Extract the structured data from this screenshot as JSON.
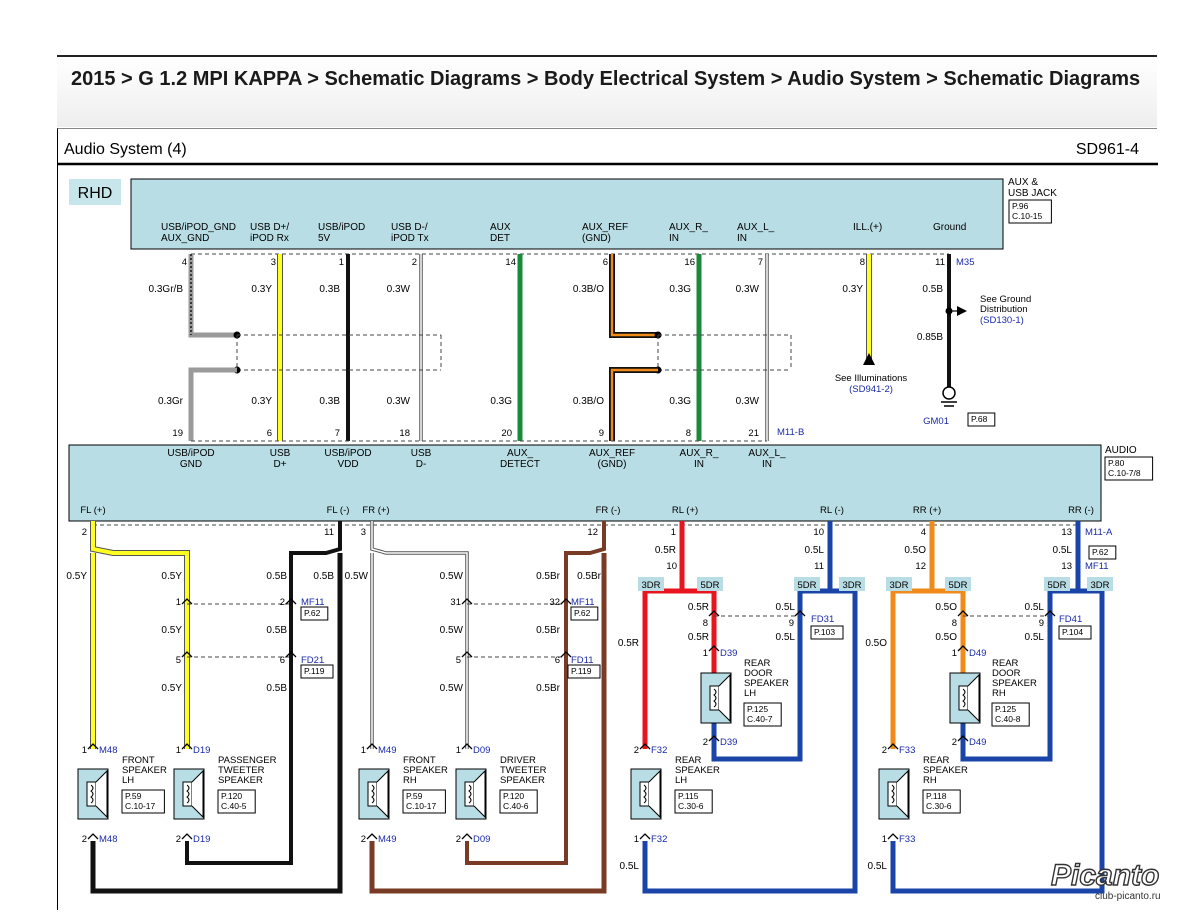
{
  "breadcrumb": "2015 > G 1.2 MPI KAPPA > Schematic Diagrams > Body Electrical System > Audio System > Schematic Diagrams",
  "diagram": {
    "title": "Audio System (4)",
    "code": "SD961-4",
    "rhd": "RHD",
    "aux_jack": {
      "name": "AUX &\nUSB JACK",
      "ref": "P.96\nC.10-15",
      "connector": "M35",
      "pins": [
        {
          "label": "USB/iPOD_GND\nAUX_GND",
          "pin": "4",
          "wire": "0.3Gr/B"
        },
        {
          "label": "USB D+/\niPOD Rx",
          "pin": "3",
          "wire": "0.3Y"
        },
        {
          "label": "USB/iPOD\n5V",
          "pin": "1",
          "wire": "0.3B"
        },
        {
          "label": "USB D-/\niPOD Tx",
          "pin": "2",
          "wire": "0.3W"
        },
        {
          "label": "AUX\nDET",
          "pin": "14",
          "wire": ""
        },
        {
          "label": "AUX_REF\n(GND)",
          "pin": "6",
          "wire": "0.3B/O"
        },
        {
          "label": "AUX_R_\nIN",
          "pin": "16",
          "wire": "0.3G"
        },
        {
          "label": "AUX_L_\nIN",
          "pin": "7",
          "wire": "0.3W"
        },
        {
          "label": "ILL.(+)",
          "pin": "8",
          "wire": "0.3Y"
        },
        {
          "label": "Ground",
          "pin": "11",
          "wire": "0.5B"
        }
      ]
    },
    "see_illum": "See Illuminations",
    "see_illum_ref": "(SD941-2)",
    "see_ground": "See Ground\nDistribution",
    "see_ground_ref": "(SD130-1)",
    "ground_wire": "0.85B",
    "ground_conn": "GM01",
    "ground_ref": "P.68",
    "mid_connector": "M11-B",
    "mid_wires": [
      "0.3Gr",
      "0.3Y",
      "0.3B",
      "0.3W",
      "0.3G",
      "0.3B/O",
      "0.3G",
      "0.3W"
    ],
    "audio_pins_top": [
      "19",
      "6",
      "7",
      "18",
      "20",
      "9",
      "8",
      "21"
    ],
    "audio": {
      "name": "AUDIO",
      "ref": "P.80\nC.10-7/8",
      "top_labels": [
        "USB/iPOD\nGND",
        "USB\nD+",
        "USB/iPOD\nVDD",
        "USB\nD-",
        "AUX_\nDETECT",
        "AUX_REF\n(GND)",
        "AUX_R_\nIN",
        "AUX_L_\nIN"
      ],
      "bottom_labels": [
        "FL (+)",
        "FL (-)",
        "FR (+)",
        "FR (-)",
        "RL (+)",
        "RL (-)",
        "RR (+)",
        "RR (-)"
      ],
      "bottom_pins": [
        "2",
        "11",
        "3",
        "12",
        "1",
        "10",
        "4",
        "13"
      ],
      "bottom_connector": "M11-A"
    },
    "mf11": {
      "name": "MF11",
      "ref": "P.62"
    },
    "m11a_ref": "P.62",
    "fd21": {
      "name": "FD21",
      "ref": "P.119"
    },
    "fd11": {
      "name": "FD11",
      "ref": "P.119"
    },
    "fd31": {
      "name": "FD31",
      "ref": "P.103"
    },
    "fd41": {
      "name": "FD41",
      "ref": "P.104"
    },
    "speakers": [
      {
        "name": "FRONT\nSPEAKER\nLH",
        "ref": "P.59\nC.10-17",
        "conn": "M48"
      },
      {
        "name": "PASSENGER\nTWEETER\nSPEAKER",
        "ref": "P.120\nC.40-5",
        "conn": "D19"
      },
      {
        "name": "FRONT\nSPEAKER\nRH",
        "ref": "P.59\nC.10-17",
        "conn": "M49"
      },
      {
        "name": "DRIVER\nTWEETER\nSPEAKER",
        "ref": "P.120\nC.40-6",
        "conn": "D09"
      },
      {
        "name": "REAR\nDOOR\nSPEAKER\nLH",
        "ref": "P.125\nC.40-7",
        "conn": "D39"
      },
      {
        "name": "REAR\nSPEAKER\nLH",
        "ref": "P.115\nC.30-6",
        "conn": "F32"
      },
      {
        "name": "REAR\nDOOR\nSPEAKER\nRH",
        "ref": "P.125\nC.40-8",
        "conn": "D49"
      },
      {
        "name": "REAR\nSPEAKER\nRH",
        "ref": "P.118\nC.30-6",
        "conn": "F33"
      }
    ],
    "wire_labels": {
      "y05": "0.5Y",
      "b05": "0.5B",
      "w05": "0.5W",
      "br05": "0.5Br",
      "r05": "0.5R",
      "l05": "0.5L",
      "o05": "0.5O"
    },
    "variants": {
      "dr3": "3DR",
      "dr5": "5DR"
    }
  },
  "watermark": {
    "brand": "Picanto",
    "site": "club-picanto.ru"
  }
}
